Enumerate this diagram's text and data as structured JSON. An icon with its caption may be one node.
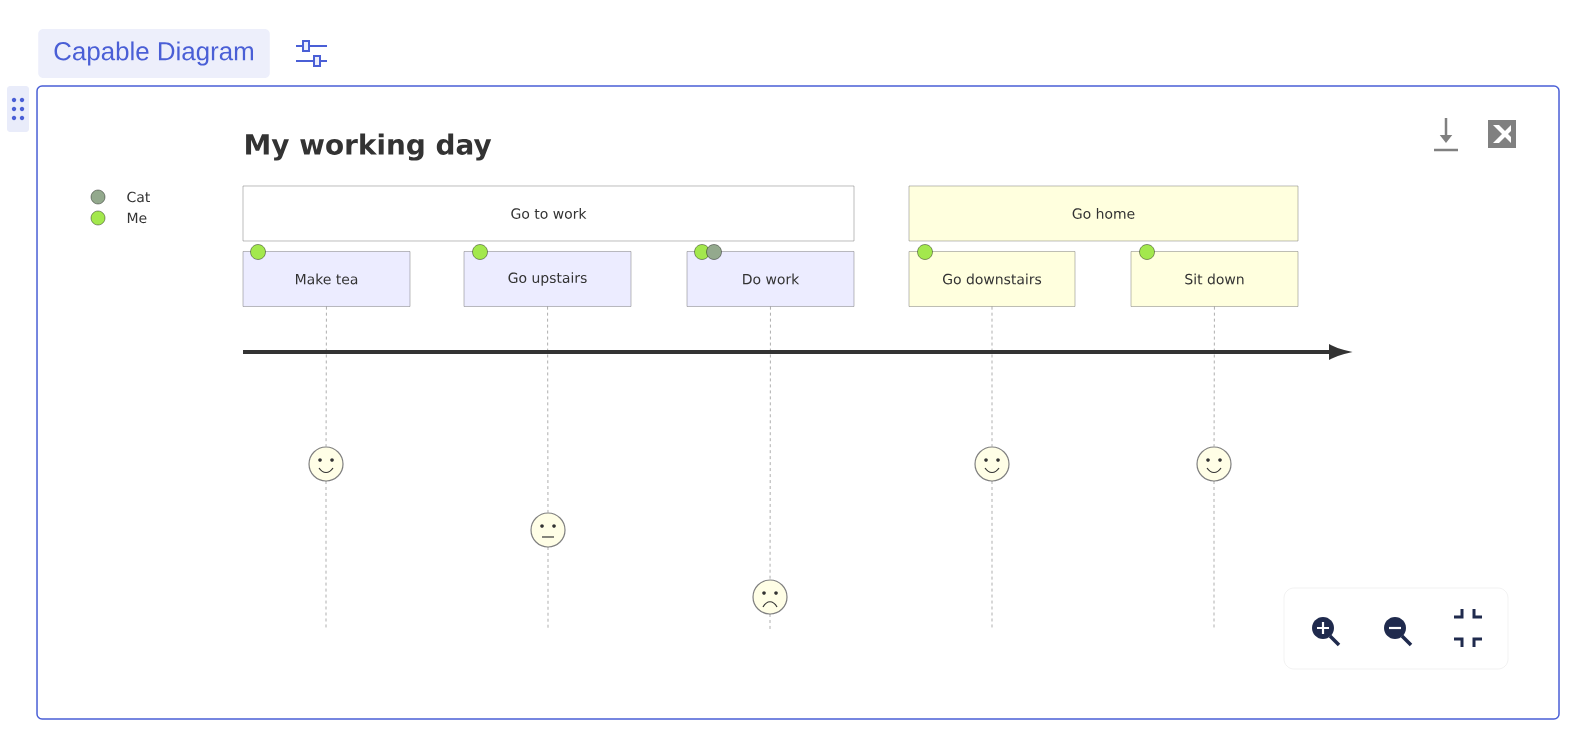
{
  "diagram": {
    "title": "My working day",
    "nodes": [
      {
        "text": [
          "Go to work"
        ]
      },
      {
        "text": [
          "Go home"
        ]
      },
      {
        "text": [
          "Make tea"
        ]
      },
      {
        "text": [
          "Go upstairs"
        ]
      },
      {
        "text": [
          "Do work"
        ]
      },
      {
        "text": [
          "Go downstairs"
        ]
      },
      {
        "text": [
          "Sit down"
        ]
      },
      {
        "text": [],
        "shape": "circle"
      },
      {
        "text": [],
        "shape": "circle"
      },
      {
        "text": [],
        "shape": "circle"
      },
      {
        "text": [],
        "shape": "circle"
      },
      {
        "text": [],
        "shape": "circle"
      }
    ],
    "edges": [
      {
        "from": 2,
        "to": 7,
        "arrow": "none",
        "style": "dashed"
      },
      {
        "from": 3,
        "to": 8,
        "arrow": "none",
        "style": "dashed"
      },
      {
        "from": 4,
        "to": 9,
        "arrow": "none",
        "style": "dashed"
      },
      {
        "from": 5,
        "to": 10,
        "arrow": "none",
        "style": "dashed"
      },
      {
        "from": 6,
        "to": 11,
        "arrow": "none",
        "style": "dashed"
      }
    ],
    "labels": [
      "Capable Diagram"
    ],
    "legend": [
      {
        "text": "Cat",
        "color": "#93a98d"
      },
      {
        "text": "Me",
        "color": "#a3e84d"
      }
    ]
  }
}
